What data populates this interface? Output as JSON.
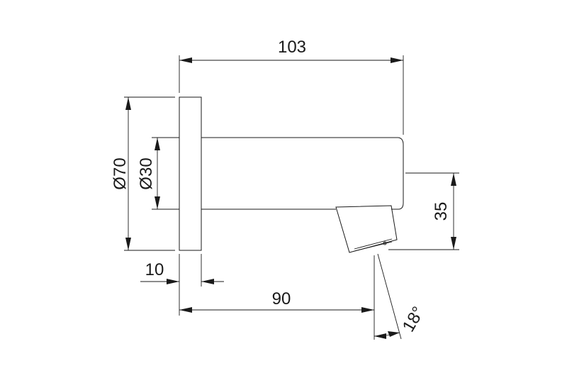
{
  "dimensions": {
    "overall_length": "103",
    "flange_diameter": "Ø70",
    "body_diameter": "Ø30",
    "flange_thickness": "10",
    "spout_reach": "90",
    "height_drop": "35",
    "spout_angle": "18°"
  },
  "colors": {
    "line": "#1a1a1a",
    "background": "#ffffff"
  }
}
